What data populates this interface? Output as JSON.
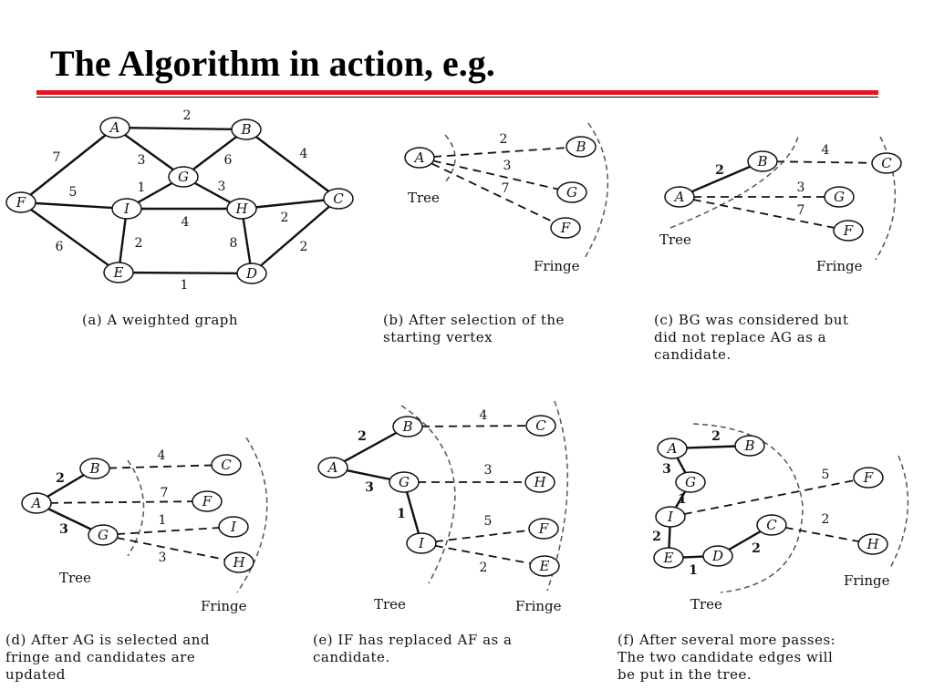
{
  "slide": {
    "title": "The Algorithm in action, e.g.",
    "accent_color": "#e8141c"
  },
  "labels": {
    "tree": "Tree",
    "fringe": "Fringe"
  },
  "panels": [
    {
      "id": "a",
      "caption": "(a) A weighted graph",
      "edges": [
        [
          "A",
          "B",
          2,
          "solid"
        ],
        [
          "A",
          "F",
          7,
          "solid"
        ],
        [
          "A",
          "G",
          3,
          "solid"
        ],
        [
          "B",
          "G",
          6,
          "solid"
        ],
        [
          "B",
          "C",
          4,
          "solid"
        ],
        [
          "G",
          "I",
          1,
          "solid"
        ],
        [
          "G",
          "H",
          3,
          "solid"
        ],
        [
          "F",
          "I",
          5,
          "solid"
        ],
        [
          "I",
          "H",
          4,
          "solid"
        ],
        [
          "H",
          "C",
          2,
          "solid"
        ],
        [
          "F",
          "E",
          6,
          "solid"
        ],
        [
          "I",
          "E",
          2,
          "solid"
        ],
        [
          "H",
          "D",
          8,
          "solid"
        ],
        [
          "C",
          "D",
          2,
          "solid"
        ],
        [
          "E",
          "D",
          1,
          "solid"
        ]
      ]
    },
    {
      "id": "b",
      "caption": "(b) After selection of the\nstarting vertex",
      "tree": true,
      "fringe": true,
      "edges": [
        [
          "A",
          "B",
          2,
          "dashed"
        ],
        [
          "A",
          "G",
          3,
          "dashed"
        ],
        [
          "A",
          "F",
          7,
          "dashed"
        ]
      ]
    },
    {
      "id": "c",
      "caption": "(c) BG was considered but\ndid not replace AG as a\ncandidate.",
      "tree": true,
      "fringe": true,
      "edges": [
        [
          "A",
          "B",
          2,
          "solid"
        ],
        [
          "B",
          "C",
          4,
          "dashed"
        ],
        [
          "A",
          "G",
          3,
          "dashed"
        ],
        [
          "A",
          "F",
          7,
          "dashed"
        ]
      ]
    },
    {
      "id": "d",
      "caption": "(d) After AG is selected and\nfringe and candidates are\nupdated",
      "tree": true,
      "fringe": true,
      "edges": [
        [
          "A",
          "B",
          2,
          "solid"
        ],
        [
          "A",
          "G",
          3,
          "solid"
        ],
        [
          "B",
          "C",
          4,
          "dashed"
        ],
        [
          "A",
          "F",
          7,
          "dashed"
        ],
        [
          "G",
          "I",
          1,
          "dashed"
        ],
        [
          "G",
          "H",
          3,
          "dashed"
        ]
      ]
    },
    {
      "id": "e",
      "caption": "(e) IF has replaced AF as a\ncandidate.",
      "tree": true,
      "fringe": true,
      "edges": [
        [
          "A",
          "B",
          2,
          "solid"
        ],
        [
          "A",
          "G",
          3,
          "solid"
        ],
        [
          "G",
          "I",
          1,
          "solid"
        ],
        [
          "B",
          "C",
          4,
          "dashed"
        ],
        [
          "G",
          "H",
          3,
          "dashed"
        ],
        [
          "I",
          "F",
          5,
          "dashed"
        ],
        [
          "I",
          "E",
          2,
          "dashed"
        ]
      ]
    },
    {
      "id": "f",
      "caption": "(f) After several more passes:\nThe two candidate edges will\nbe put in the tree.",
      "tree": true,
      "fringe": true,
      "edges": [
        [
          "A",
          "B",
          2,
          "solid"
        ],
        [
          "A",
          "G",
          3,
          "solid"
        ],
        [
          "G",
          "I",
          1,
          "solid"
        ],
        [
          "I",
          "E",
          2,
          "solid"
        ],
        [
          "E",
          "D",
          1,
          "solid"
        ],
        [
          "D",
          "C",
          2,
          "solid"
        ],
        [
          "I",
          "F",
          5,
          "dashed"
        ],
        [
          "C",
          "H",
          2,
          "dashed"
        ]
      ]
    }
  ]
}
